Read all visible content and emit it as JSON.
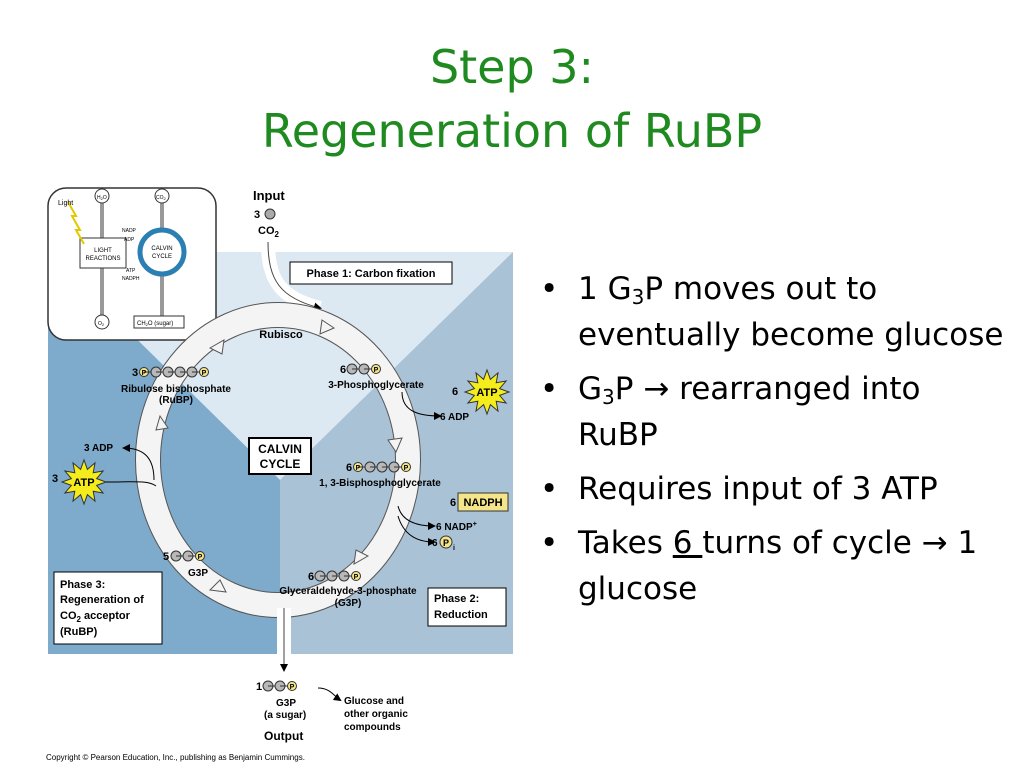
{
  "title": {
    "line1": "Step 3:",
    "line2": "Regeneration of RuBP"
  },
  "bullets": [
    {
      "pre": "1 G",
      "sub": "3",
      "post": "P moves out to eventually become glucose"
    },
    {
      "pre": "G",
      "sub": "3",
      "post": "P → rearranged into RuBP"
    },
    {
      "text": "Requires input of 3 ATP"
    },
    {
      "pre": "Takes ",
      "underlined": "6 ",
      "post": " turns of cycle → 1 glucose"
    }
  ],
  "diagram": {
    "input_label": "Input",
    "input_count": "3",
    "co2": "CO",
    "co2_sub": "2",
    "phase1": "Phase 1: Carbon fixation",
    "phase2_line1": "Phase 2:",
    "phase2_line2": "Reduction",
    "phase3_line1": "Phase 3:",
    "phase3_line2": "Regeneration of",
    "phase3_line3a": "CO",
    "phase3_line3sub": "2",
    "phase3_line3b": " acceptor",
    "phase3_line4": "(RuBP)",
    "rubisco": "Rubisco",
    "calvin1": "CALVIN",
    "calvin2": "CYCLE",
    "rubp_count": "3",
    "rubp_name": "Ribulose bisphosphate",
    "rubp_abbr": "(RuBP)",
    "pg_count": "6",
    "pg_name": "3-Phosphoglycerate",
    "atp_in_count": "6",
    "atp": "ATP",
    "adp_out": "6 ADP",
    "bpg_count": "6",
    "bpg_name": "1, 3-Bisphosphoglycerate",
    "nadph_count": "6",
    "nadph": "NADPH",
    "nadp_out": "6 NADP",
    "nadp_plus": "+",
    "pi_count": "6",
    "pi": "P",
    "pi_sub": "i",
    "g3p_count": "6",
    "g3p_name": "Glyceraldehyde-3-phosphate",
    "g3p_abbr": "(G3P)",
    "five_count": "5",
    "five_label": "G3P",
    "adp3": "3 ADP",
    "atp3_count": "3",
    "out_count": "1",
    "out_g3p": "G3P",
    "out_sugar": "(a sugar)",
    "output_label": "Output",
    "glucose1": "Glucose and",
    "glucose2": "other organic",
    "glucose3": "compounds",
    "phosphate_letter": "P",
    "inset": {
      "light": "Light",
      "h2o": "H",
      "h2o_sub": "2",
      "h2o_end": "O",
      "co2": "CO",
      "co2_sub": "2",
      "nadp": "NADP",
      "adp": "ADP",
      "atp": "ATP",
      "nadph": "NADPH",
      "light_reactions1": "LIGHT",
      "light_reactions2": "REACTIONS",
      "calvin1": "CALVIN",
      "calvin2": "CYCLE",
      "o2": "O",
      "o2_sub": "2",
      "sugar": "CH",
      "sugar_sub": "2",
      "sugar_end": "O (sugar)"
    }
  },
  "copyright": "Copyright © Pearson Education, Inc., publishing as Benjamin Cummings.",
  "colors": {
    "title": "#1f8a1f",
    "phase1_bg": "#dce8f2",
    "phase2_bg": "#a9c2d6",
    "phase3_bg": "#7eaacb",
    "atp_burst": "#f5ec1c",
    "nadph_box": "#f4e58a",
    "cycle_arrow": "#f4f4f4"
  }
}
